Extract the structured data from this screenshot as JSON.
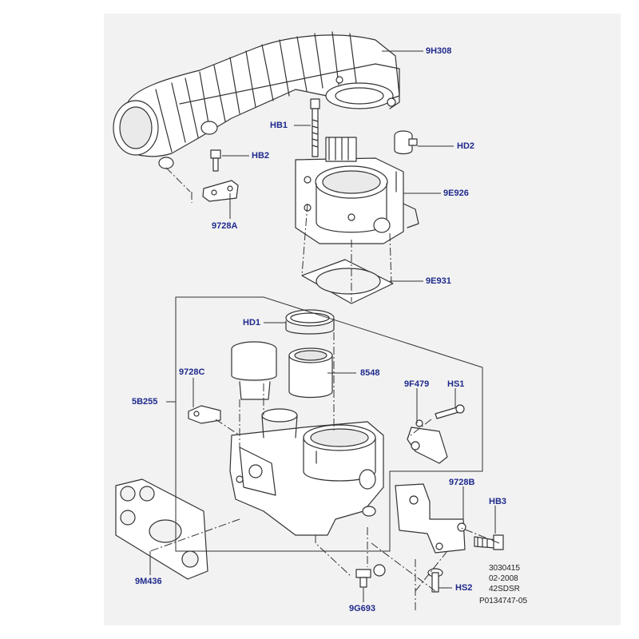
{
  "diagram": {
    "callouts": {
      "c_9h308": "9H308",
      "c_hb1": "HB1",
      "c_hd2": "HD2",
      "c_hb2": "HB2",
      "c_9e926": "9E926",
      "c_9728a": "9728A",
      "c_9e931": "9E931",
      "c_hd1": "HD1",
      "c_9728c": "9728C",
      "c_8548": "8548",
      "c_5b255": "5B255",
      "c_9f479": "9F479",
      "c_hs1": "HS1",
      "c_9728b": "9728B",
      "c_hb3": "HB3",
      "c_9m436": "9M436",
      "c_hs2": "HS2",
      "c_9g693": "9G693"
    },
    "reference": {
      "line1": "3030415",
      "line2": "02-2008",
      "line3": "42SDSR",
      "line4": "P0134747-05"
    },
    "colors": {
      "label_text": "#1f2a8c",
      "panel_bg": "#f2f2f2",
      "line_art": "#333333"
    }
  }
}
